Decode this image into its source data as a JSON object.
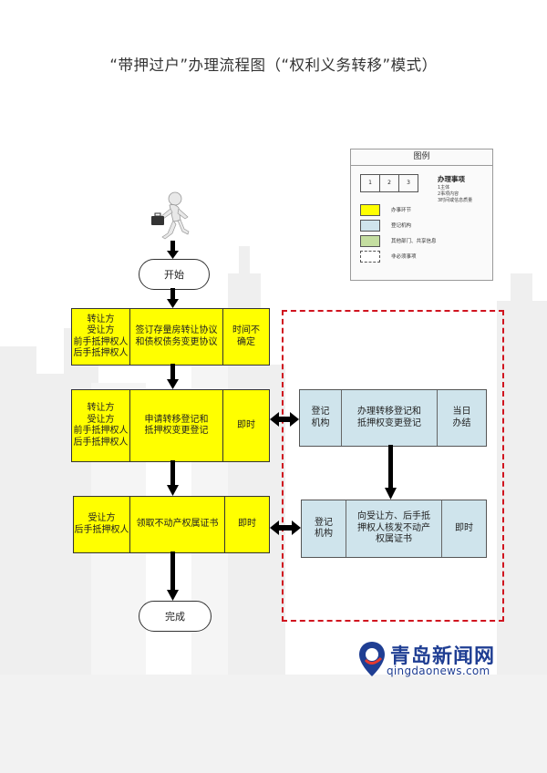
{
  "title": "“带押过户”办理流程图（“权利义务转移”模式）",
  "legend": {
    "header": "图例",
    "cells": [
      "1",
      "2",
      "3"
    ],
    "item_title": "办理事项",
    "item_lines": [
      "1主体",
      "2事项内容",
      "3时间或信息质量"
    ],
    "swatches": [
      {
        "label": "办事环节",
        "color": "#ffff00",
        "style": "solid"
      },
      {
        "label": "登记机构",
        "color": "#cfe4ec",
        "style": "solid"
      },
      {
        "label": "其他部门、共享信息",
        "color": "#c4dea0",
        "style": "solid"
      },
      {
        "label": "非必须事项",
        "color": "#ffffff",
        "style": "dashed"
      }
    ]
  },
  "flow": {
    "start": "开始",
    "end": "完成",
    "steps": [
      {
        "party": "转让方\n受让方\n前手抵押权人\n后手抵押权人",
        "task": "签订存量房转让协议\n和债权债务变更协议",
        "time": "时间不\n确定"
      },
      {
        "party": "转让方\n受让方\n前手抵押权人\n后手抵押权人",
        "task": "申请转移登记和\n抵押权变更登记",
        "time": "即时"
      },
      {
        "party": "受让方\n后手抵押权人",
        "task": "领取不动产权属证书",
        "time": "即时"
      }
    ],
    "registry": [
      {
        "party": "登记\n机构",
        "task": "办理转移登记和\n抵押权变更登记",
        "time": "当日\n办结"
      },
      {
        "party": "登记\n机构",
        "task": "向受让方、后手抵\n押权人核发不动产\n权属证书",
        "time": "即时"
      }
    ]
  },
  "brand": {
    "name_cn": "青岛新闻网",
    "name_en": "qingdaonews.com",
    "color": "#1f3e93"
  },
  "colors": {
    "handling_step": "#ffff00",
    "registry": "#cfe4ec",
    "optional_border": "#d0141f"
  }
}
